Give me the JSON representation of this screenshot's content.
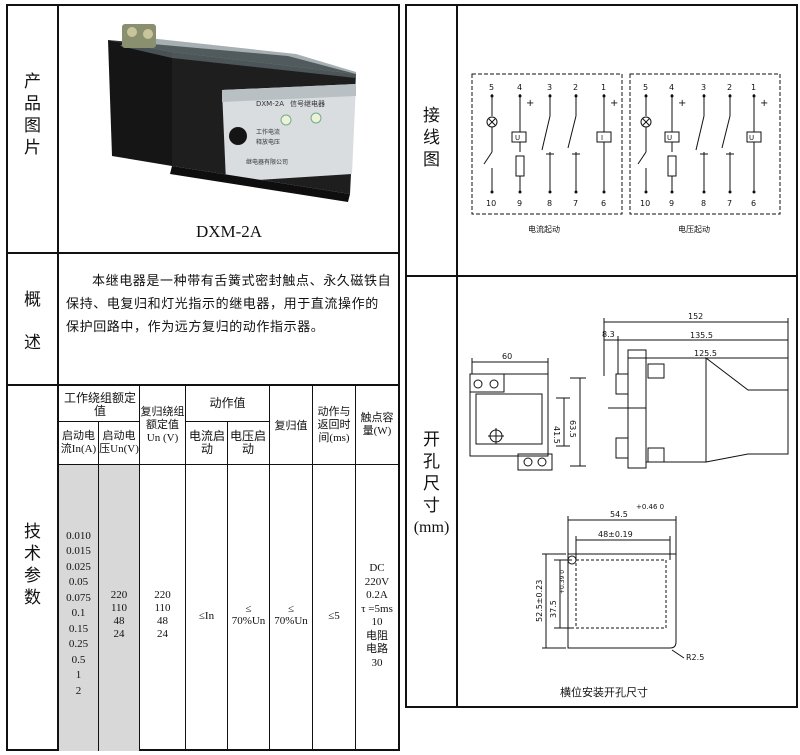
{
  "left": {
    "photo": {
      "label_chars": [
        "产",
        "品",
        "图",
        "片"
      ],
      "caption": "DXM-2A",
      "device_text": [
        "DXM-2A",
        "信号继电器",
        "工作电流",
        "释放电压",
        "继电器有限公司"
      ]
    },
    "overview": {
      "label_chars": [
        "概",
        "述"
      ],
      "text": "本继电器是一种带有舌簧式密封触点、永久磁铁自保持、电复归和灯光指示的继电器，用于直流操作的保护回路中，作为远方复归的动作指示器。"
    },
    "params": {
      "label_chars": [
        "技",
        "术",
        "参",
        "数"
      ],
      "headers": {
        "work_group": "工作绕组额定值",
        "start_current": "启动电流In(A)",
        "start_voltage": "启动电压Un(V)",
        "reset_rating": "复归绕组额定值 Un (V)",
        "action_value": "动作值",
        "action_current": "电流启动",
        "action_voltage": "电压启动",
        "reset_value": "复归值",
        "action_return": "动作与返回时间(ms)",
        "contact_cap": "触点容量(W)"
      },
      "values": {
        "currents": [
          "0.010",
          "0.015",
          "0.025",
          "0.05",
          "0.075",
          "0.1",
          "0.15",
          "0.25",
          "0.5",
          "1",
          "2"
        ],
        "voltages": [
          "220",
          "110",
          "48",
          "24"
        ],
        "reset_voltages": [
          "220",
          "110",
          "48",
          "24"
        ],
        "act_current": "≤In",
        "act_voltage": "≤ 70%Un",
        "reset": "≤ 70%Un",
        "time": "≤5",
        "contact": [
          "DC",
          "220V",
          "0.2A",
          "τ =5ms",
          "10",
          "电阻",
          "电路",
          "30"
        ]
      }
    }
  },
  "right": {
    "wiring": {
      "label_chars": [
        "接",
        "线",
        "图"
      ],
      "current_caption": "电流起动",
      "voltage_caption": "电压起动",
      "top_terminals": [
        "5",
        "4",
        "3",
        "2",
        "1"
      ],
      "bottom_terminals": [
        "10",
        "9",
        "8",
        "7",
        "6"
      ],
      "coil_u": "U",
      "coil_i": "I",
      "plus": "+"
    },
    "cutout": {
      "label_chars": [
        "开",
        "孔",
        "尺",
        "寸"
      ],
      "label_unit": "(mm)",
      "dims": {
        "front_width": "60",
        "side_gap": "8.3",
        "overall": "152",
        "mid": "135.5",
        "inner": "125.5",
        "h1": "41.5",
        "h2": "63.5",
        "cut_w": "54.5",
        "cut_w_tol": "+0.46 0",
        "cut_inner": "48±0.19",
        "cut_h": "52.5±0.23",
        "cut_h2": "37.5",
        "cut_h2_tol": "+0.39 0",
        "radius": "R2.5"
      },
      "caption": "横位安装开孔尺寸"
    }
  },
  "colors": {
    "border": "#111111",
    "shade": "#d8d8d8",
    "photo_bg": "#1a1a1a"
  }
}
